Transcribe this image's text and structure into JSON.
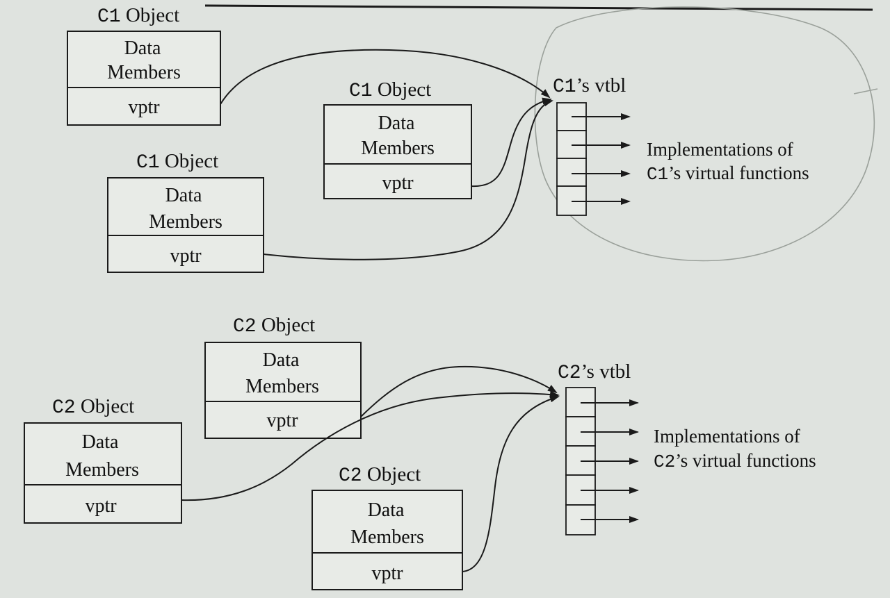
{
  "objects": {
    "c1_a": {
      "class_name": "C1",
      "word": " Object",
      "data_label_1": "Data",
      "data_label_2": "Members",
      "ptr_label": "vptr"
    },
    "c1_b": {
      "class_name": "C1",
      "word": " Object",
      "data_label_1": "Data",
      "data_label_2": "Members",
      "ptr_label": "vptr"
    },
    "c1_c": {
      "class_name": "C1",
      "word": " Object",
      "data_label_1": "Data",
      "data_label_2": "Members",
      "ptr_label": "vptr"
    },
    "c2_a": {
      "class_name": "C2",
      "word": " Object",
      "data_label_1": "Data",
      "data_label_2": "Members",
      "ptr_label": "vptr"
    },
    "c2_b": {
      "class_name": "C2",
      "word": " Object",
      "data_label_1": "Data",
      "data_label_2": "Members",
      "ptr_label": "vptr"
    },
    "c2_c": {
      "class_name": "C2",
      "word": " Object",
      "data_label_1": "Data",
      "data_label_2": "Members",
      "ptr_label": "vptr"
    }
  },
  "vtbls": {
    "c1": {
      "class_name": "C1",
      "suffix": "’s vtbl",
      "impl_line_1": "Implementations of",
      "impl_class": "C1",
      "impl_line_2_rest": "’s virtual functions"
    },
    "c2": {
      "class_name": "C2",
      "suffix": "’s vtbl",
      "impl_line_1": "Implementations of",
      "impl_class": "C2",
      "impl_line_2_rest": "’s virtual functions"
    }
  },
  "colors": {
    "ink": "#1a1a1a",
    "paper": "#dfe3df"
  }
}
